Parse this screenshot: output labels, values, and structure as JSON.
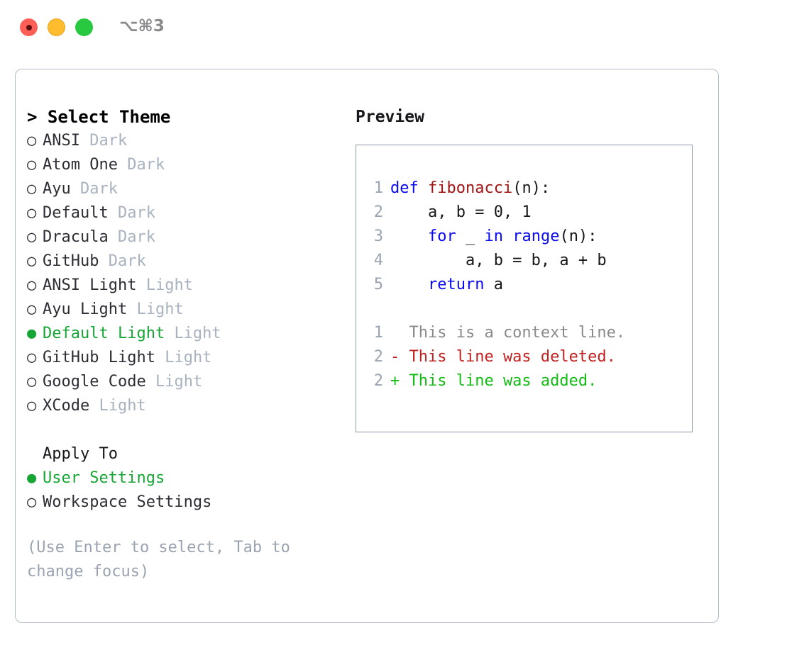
{
  "titlebar": {
    "shortcut": "⌥⌘3",
    "lights": [
      {
        "name": "close",
        "color": "#ff5f57"
      },
      {
        "name": "minimize",
        "color": "#febc2e"
      },
      {
        "name": "maximize",
        "color": "#28c840"
      }
    ]
  },
  "theme_picker": {
    "title": "> Select Theme",
    "selected_theme": "Default Light",
    "accent_color": "#17a636",
    "items": [
      {
        "bullet": "○",
        "name": "ANSI",
        "tag": "Dark",
        "selected": false
      },
      {
        "bullet": "○",
        "name": "Atom One",
        "tag": "Dark",
        "selected": false
      },
      {
        "bullet": "○",
        "name": "Ayu",
        "tag": "Dark",
        "selected": false
      },
      {
        "bullet": "○",
        "name": "Default",
        "tag": "Dark",
        "selected": false
      },
      {
        "bullet": "○",
        "name": "Dracula",
        "tag": "Dark",
        "selected": false
      },
      {
        "bullet": "○",
        "name": "GitHub",
        "tag": "Dark",
        "selected": false
      },
      {
        "bullet": "○",
        "name": "ANSI Light",
        "tag": "Light",
        "selected": false
      },
      {
        "bullet": "○",
        "name": "Ayu Light",
        "tag": "Light",
        "selected": false
      },
      {
        "bullet": "●",
        "name": "Default Light",
        "tag": "Light",
        "selected": true
      },
      {
        "bullet": "○",
        "name": "GitHub Light",
        "tag": "Light",
        "selected": false
      },
      {
        "bullet": "○",
        "name": "Google Code",
        "tag": "Light",
        "selected": false
      },
      {
        "bullet": "○",
        "name": "XCode",
        "tag": "Light",
        "selected": false
      }
    ]
  },
  "apply_to": {
    "title": "Apply To",
    "selected": "User Settings",
    "options": [
      {
        "bullet": "●",
        "label": "User Settings",
        "selected": true
      },
      {
        "bullet": "○",
        "label": "Workspace Settings",
        "selected": false
      }
    ]
  },
  "hint": "(Use Enter to select, Tab to change focus)",
  "preview": {
    "title": "Preview",
    "code_lines": [
      {
        "ln": "1",
        "segments": [
          {
            "text": "def ",
            "type": "kw"
          },
          {
            "text": "fibonacci",
            "type": "fn"
          },
          {
            "text": "(n):",
            "type": "plain"
          }
        ]
      },
      {
        "ln": "2",
        "segments": [
          {
            "text": "    a, b = 0, 1",
            "type": "plain"
          }
        ]
      },
      {
        "ln": "3",
        "segments": [
          {
            "text": "    ",
            "type": "plain"
          },
          {
            "text": "for",
            "type": "kw"
          },
          {
            "text": " _ ",
            "type": "plain"
          },
          {
            "text": "in",
            "type": "kw"
          },
          {
            "text": " ",
            "type": "plain"
          },
          {
            "text": "range",
            "type": "kw"
          },
          {
            "text": "(n):",
            "type": "plain"
          }
        ]
      },
      {
        "ln": "4",
        "segments": [
          {
            "text": "        a, b = b, a + b",
            "type": "plain"
          }
        ]
      },
      {
        "ln": "5",
        "segments": [
          {
            "text": "    ",
            "type": "plain"
          },
          {
            "text": "return",
            "type": "kw"
          },
          {
            "text": " a",
            "type": "plain"
          }
        ]
      }
    ],
    "diff_lines": [
      {
        "ln": "1",
        "marker": " ",
        "text": "  This is a context line.",
        "type": "ctx"
      },
      {
        "ln": "2",
        "marker": "-",
        "text": "- This line was deleted.",
        "type": "del"
      },
      {
        "ln": "2",
        "marker": "+",
        "text": "+ This line was added.",
        "type": "add"
      }
    ]
  }
}
